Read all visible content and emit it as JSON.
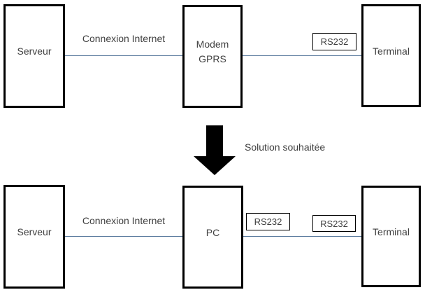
{
  "top_diagram": {
    "server_label": "Serveur",
    "connection_label": "Connexion Internet",
    "modem_label_line1": "Modem",
    "modem_label_line2": "GPRS",
    "rs232_label": "RS232",
    "terminal_label": "Terminal"
  },
  "transition": {
    "arrow_icon": "down-arrow",
    "label": "Solution souhaitée"
  },
  "bottom_diagram": {
    "server_label": "Serveur",
    "connection_label": "Connexion Internet",
    "pc_label": "PC",
    "rs232_left_label": "RS232",
    "rs232_right_label": "RS232",
    "terminal_label": "Terminal"
  },
  "colors": {
    "background": "#ffffff",
    "box_border": "#000000",
    "connector_line": "#5a7a9d",
    "arrow_fill": "#000000",
    "text": "#3f3f3f"
  }
}
